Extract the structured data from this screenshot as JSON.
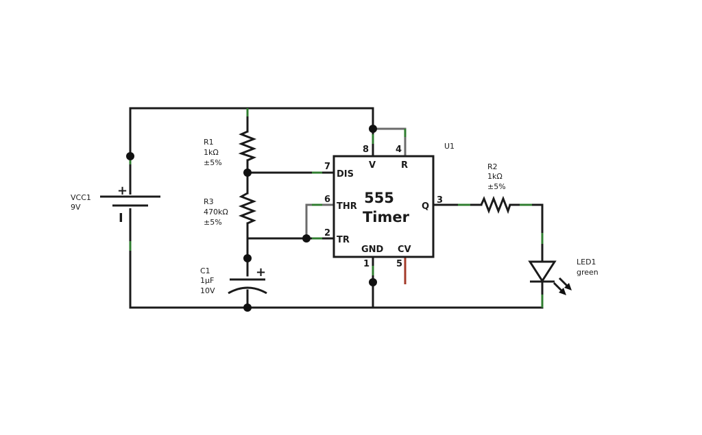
{
  "components": {
    "vcc": {
      "name": "VCC1",
      "value": "9V",
      "plus": "+",
      "minus": "I"
    },
    "r1": {
      "name": "R1",
      "value": "1kΩ",
      "tolerance": "±5%"
    },
    "r3": {
      "name": "R3",
      "value": "470kΩ",
      "tolerance": "±5%"
    },
    "c1": {
      "name": "C1",
      "value": "1µF",
      "voltage": "10V",
      "plus": "+"
    },
    "r2": {
      "name": "R2",
      "value": "1kΩ",
      "tolerance": "±5%"
    },
    "led": {
      "name": "LED1",
      "color": "green"
    },
    "ic": {
      "name": "U1",
      "title_line1": "555",
      "title_line2": "Timer",
      "pins": {
        "dis": {
          "number": "7",
          "label": "DIS"
        },
        "thr": {
          "number": "6",
          "label": "THR"
        },
        "tr": {
          "number": "2",
          "label": "TR"
        },
        "v": {
          "number": "8",
          "label": "V"
        },
        "r": {
          "number": "4",
          "label": "R"
        },
        "q": {
          "number": "3",
          "label": "Q"
        },
        "gnd": {
          "number": "1",
          "label": "GND"
        },
        "cv": {
          "number": "5",
          "label": "CV"
        }
      }
    }
  },
  "colors": {
    "wire": "#1a1a1a",
    "wire_gray": "#6b6b6b",
    "pin_lead": "#2f7d2f",
    "cv_lead": "#a33a2a"
  }
}
